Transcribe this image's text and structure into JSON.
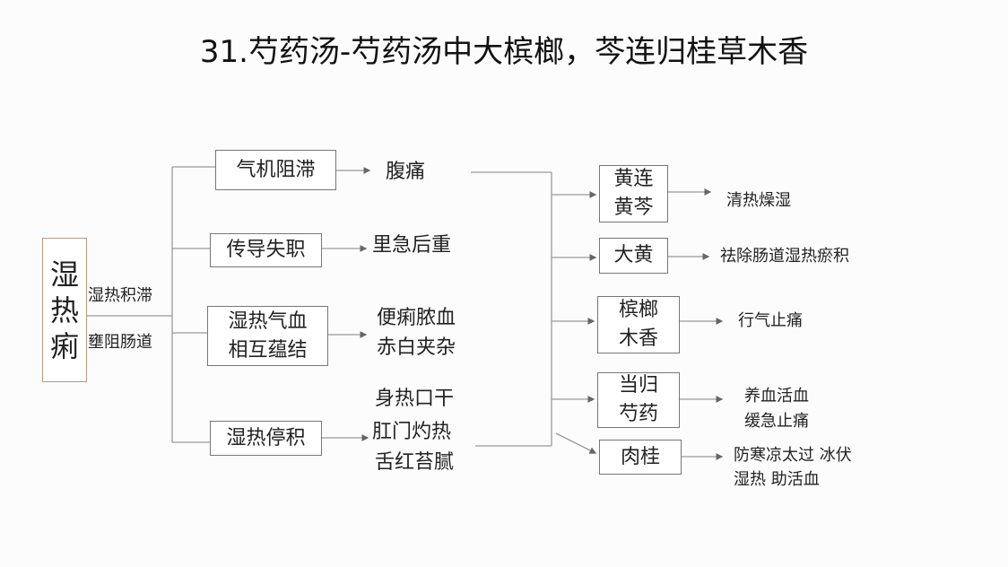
{
  "title": "31.芍药汤-芍药汤中大槟榔，芩连归桂草木香",
  "root": {
    "label": "湿热痢",
    "edge_top": "湿热积滞",
    "edge_bottom": "壅阻肠道"
  },
  "mechanisms": [
    {
      "label": "气机阻滞",
      "symptom": [
        "腹痛"
      ]
    },
    {
      "label": "传导失职",
      "symptom": [
        "里急后重"
      ]
    },
    {
      "label": "湿热气血相互蕴结",
      "symptom": [
        "便痢脓血",
        "赤白夹杂"
      ]
    },
    {
      "label": "湿热停积",
      "symptom": [
        "身热口干",
        "肛门灼热",
        "舌红苔腻"
      ]
    }
  ],
  "herbs": [
    {
      "label": "黄连黄芩",
      "effect": [
        "清热燥湿"
      ]
    },
    {
      "label": "大黄",
      "effect": [
        "祛除肠道湿热瘀积"
      ]
    },
    {
      "label": "槟榔木香",
      "effect": [
        "行气止痛"
      ]
    },
    {
      "label": "当归芍药",
      "effect": [
        "养血活血",
        "缓急止痛"
      ]
    },
    {
      "label": "肉桂",
      "effect": [
        "防寒凉太过 冰伏",
        "湿热 助活血"
      ]
    }
  ]
}
